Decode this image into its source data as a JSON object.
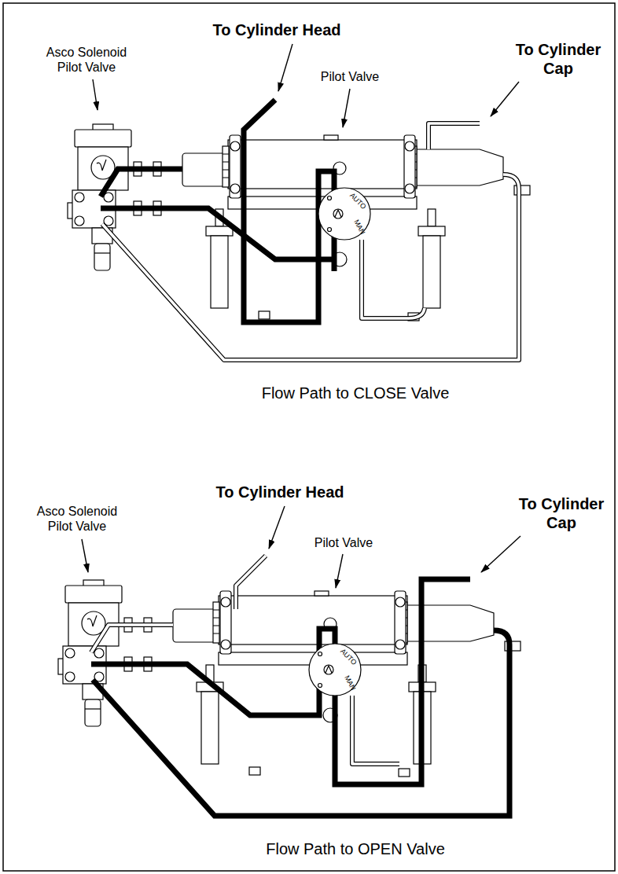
{
  "diagram": {
    "labels": [
      "Asco Solenoid Pilot Valve",
      "To Cylinder Head",
      "Pilot Valve",
      "To Cylinder Cap",
      "AUTO",
      "MAN",
      "Flow Path to CLOSE Valve",
      "Asco Solenoid Pilot Valve",
      "To Cylinder Head",
      "Pilot Valve",
      "To Cylinder Cap",
      "AUTO",
      "MAN",
      "Flow Path to OPEN Valve"
    ]
  }
}
